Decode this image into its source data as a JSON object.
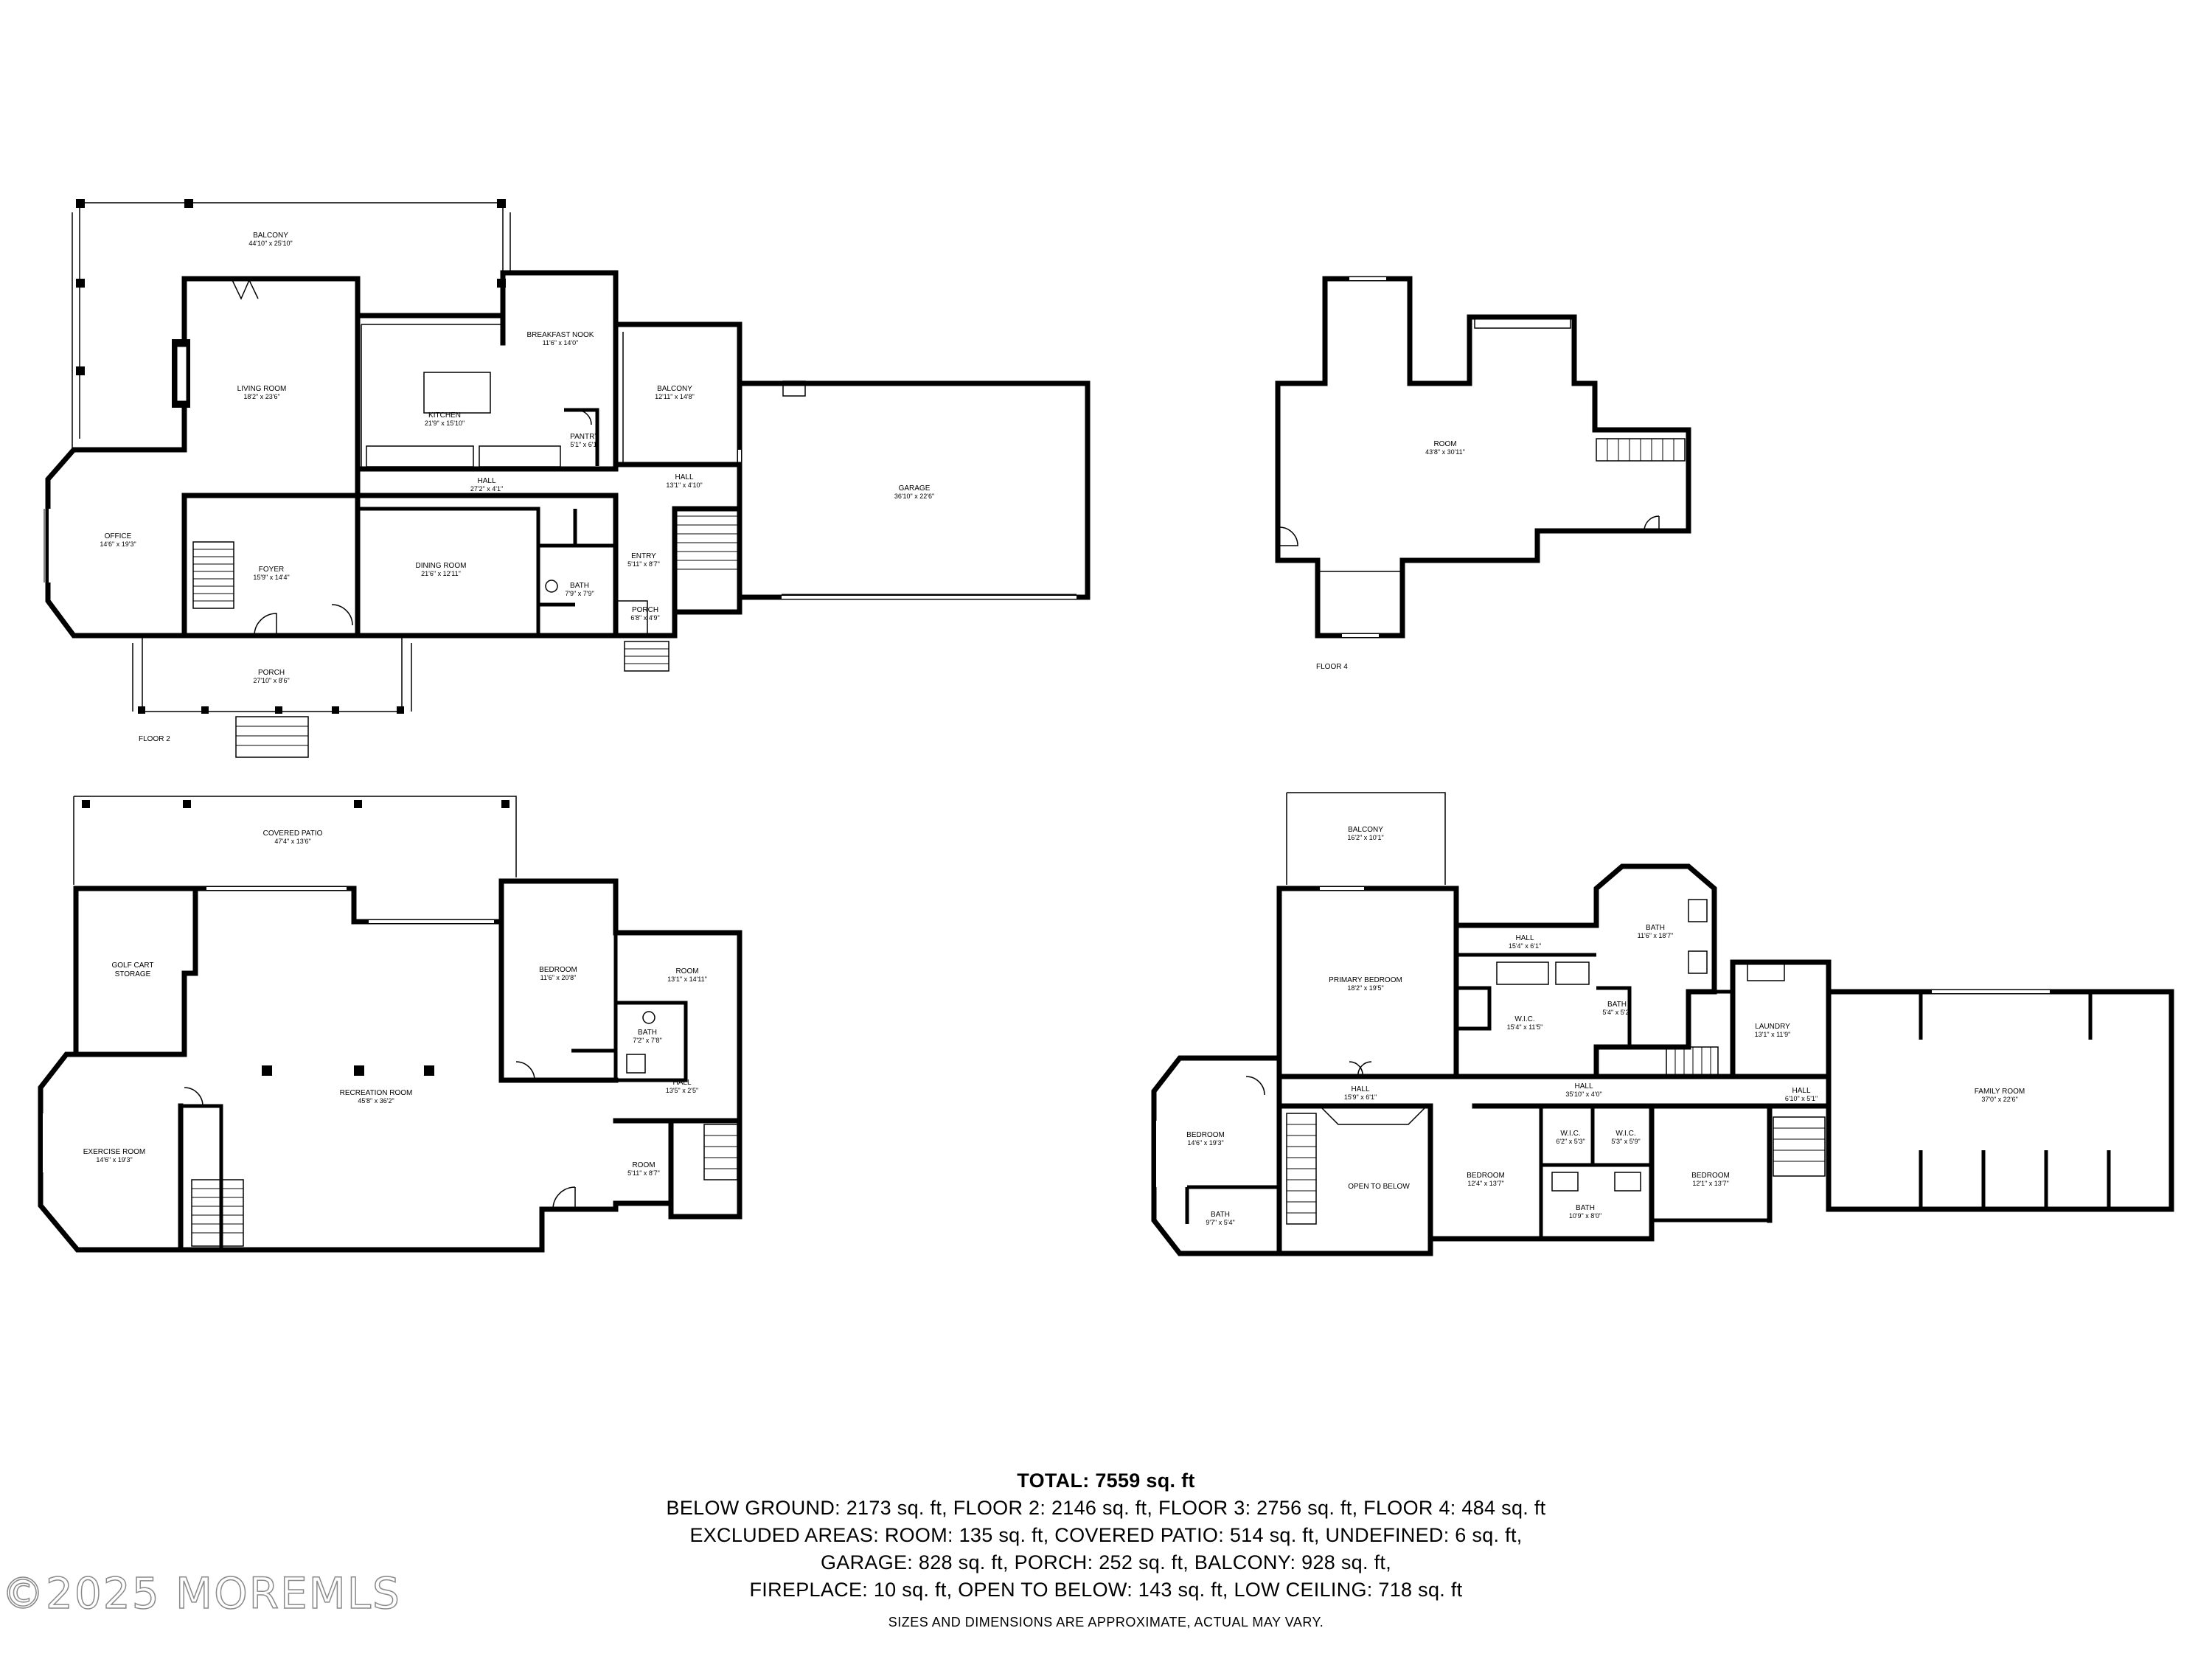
{
  "plans": [
    {
      "floor_label": "FLOOR 2",
      "rooms": [
        {
          "name": "BALCONY",
          "dims": "44'10\" x 25'10\""
        },
        {
          "name": "LIVING ROOM",
          "dims": "18'2\" x 23'6\""
        },
        {
          "name": "BREAKFAST NOOK",
          "dims": "11'6\" x 14'0\""
        },
        {
          "name": "KITCHEN",
          "dims": "21'9\" x 15'10\""
        },
        {
          "name": "BALCONY",
          "dims": "12'11\" x 14'8\""
        },
        {
          "name": "PANTRY",
          "dims": "5'1\" x 6'1\""
        },
        {
          "name": "HALL",
          "dims": "27'2\" x 4'1\""
        },
        {
          "name": "HALL",
          "dims": "13'1\" x 4'10\""
        },
        {
          "name": "GARAGE",
          "dims": "36'10\" x 22'6\""
        },
        {
          "name": "OFFICE",
          "dims": "14'6\" x 19'3\""
        },
        {
          "name": "FOYER",
          "dims": "15'9\" x 14'4\""
        },
        {
          "name": "DINING ROOM",
          "dims": "21'6\" x 12'11\""
        },
        {
          "name": "ENTRY",
          "dims": "5'11\" x 8'7\""
        },
        {
          "name": "BATH",
          "dims": "7'9\" x 7'9\""
        },
        {
          "name": "PORCH",
          "dims": "6'8\" x 4'9\""
        },
        {
          "name": "PORCH",
          "dims": "27'10\" x 8'6\""
        }
      ]
    },
    {
      "floor_label": "FLOOR 4",
      "rooms": [
        {
          "name": "ROOM",
          "dims": "43'8\" x 30'11\""
        }
      ]
    },
    {
      "floor_label": "",
      "rooms": [
        {
          "name": "COVERED PATIO",
          "dims": "47'4\" x 13'6\""
        },
        {
          "name": "GOLF CART STORAGE",
          "dims": ""
        },
        {
          "name": "BEDROOM",
          "dims": "11'6\" x 20'8\""
        },
        {
          "name": "ROOM",
          "dims": "13'1\" x 14'11\""
        },
        {
          "name": "BATH",
          "dims": "7'2\" x 7'8\""
        },
        {
          "name": "RECREATION ROOM",
          "dims": "45'8\" x 36'2\""
        },
        {
          "name": "HALL",
          "dims": "13'5\" x 2'5\""
        },
        {
          "name": "EXERCISE ROOM",
          "dims": "14'6\" x 19'3\""
        },
        {
          "name": "ROOM",
          "dims": "5'11\" x 8'7\""
        }
      ]
    },
    {
      "floor_label": "",
      "rooms": [
        {
          "name": "BALCONY",
          "dims": "16'2\" x 10'1\""
        },
        {
          "name": "PRIMARY BEDROOM",
          "dims": "18'2\" x 19'5\""
        },
        {
          "name": "HALL",
          "dims": "15'4\" x 6'1\""
        },
        {
          "name": "BATH",
          "dims": "11'6\" x 18'7\""
        },
        {
          "name": "W.I.C.",
          "dims": "15'4\" x 11'5\""
        },
        {
          "name": "BATH",
          "dims": "5'4\" x 5'2\""
        },
        {
          "name": "LAUNDRY",
          "dims": "13'1\" x 11'9\""
        },
        {
          "name": "FAMILY ROOM",
          "dims": "37'0\" x 22'6\""
        },
        {
          "name": "HALL",
          "dims": "15'9\" x 6'1\""
        },
        {
          "name": "HALL",
          "dims": "35'10\" x 4'0\""
        },
        {
          "name": "HALL",
          "dims": "6'10\" x 5'1\""
        },
        {
          "name": "BEDROOM",
          "dims": "14'6\" x 19'3\""
        },
        {
          "name": "W.I.C.",
          "dims": "6'2\" x 5'3\""
        },
        {
          "name": "W.I.C.",
          "dims": "5'3\" x 5'9\""
        },
        {
          "name": "OPEN TO BELOW",
          "dims": ""
        },
        {
          "name": "BEDROOM",
          "dims": "12'4\" x 13'7\""
        },
        {
          "name": "BEDROOM",
          "dims": "12'1\" x 13'7\""
        },
        {
          "name": "BATH",
          "dims": "10'9\" x 8'0\""
        },
        {
          "name": "BATH",
          "dims": "9'7\" x 5'4\""
        }
      ]
    }
  ],
  "summary": {
    "total": "TOTAL: 7559 sq. ft",
    "lines": [
      "BELOW GROUND: 2173 sq. ft, FLOOR 2: 2146 sq. ft, FLOOR 3: 2756 sq. ft, FLOOR 4: 484 sq. ft",
      "EXCLUDED AREAS: ROOM: 135 sq. ft, COVERED PATIO: 514 sq. ft, UNDEFINED: 6 sq. ft,",
      "GARAGE: 828 sq. ft, PORCH: 252 sq. ft, BALCONY: 928 sq. ft,",
      "FIREPLACE: 10 sq. ft, OPEN TO BELOW: 143 sq. ft, LOW CEILING: 718 sq. ft"
    ],
    "disclaimer": "SIZES AND DIMENSIONS ARE APPROXIMATE, ACTUAL MAY VARY."
  },
  "watermark": "©2025 MOREMLS"
}
